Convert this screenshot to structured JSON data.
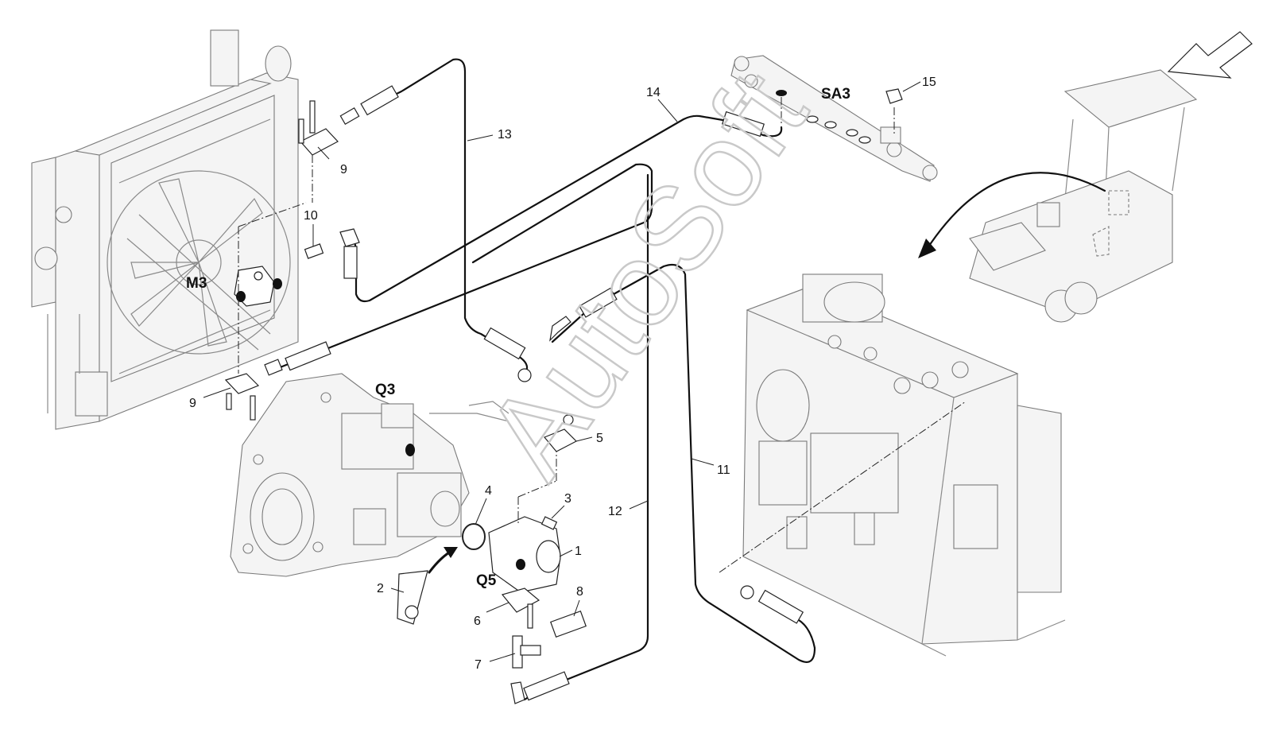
{
  "watermark": "AutoSoft",
  "callouts": [
    "1",
    "2",
    "3",
    "4",
    "5",
    "6",
    "7",
    "8",
    "9",
    "9",
    "10",
    "11",
    "12",
    "13",
    "14",
    "15"
  ],
  "labels": {
    "m3": "M3",
    "q3": "Q3",
    "q5": "Q5",
    "sa3": "SA3"
  }
}
